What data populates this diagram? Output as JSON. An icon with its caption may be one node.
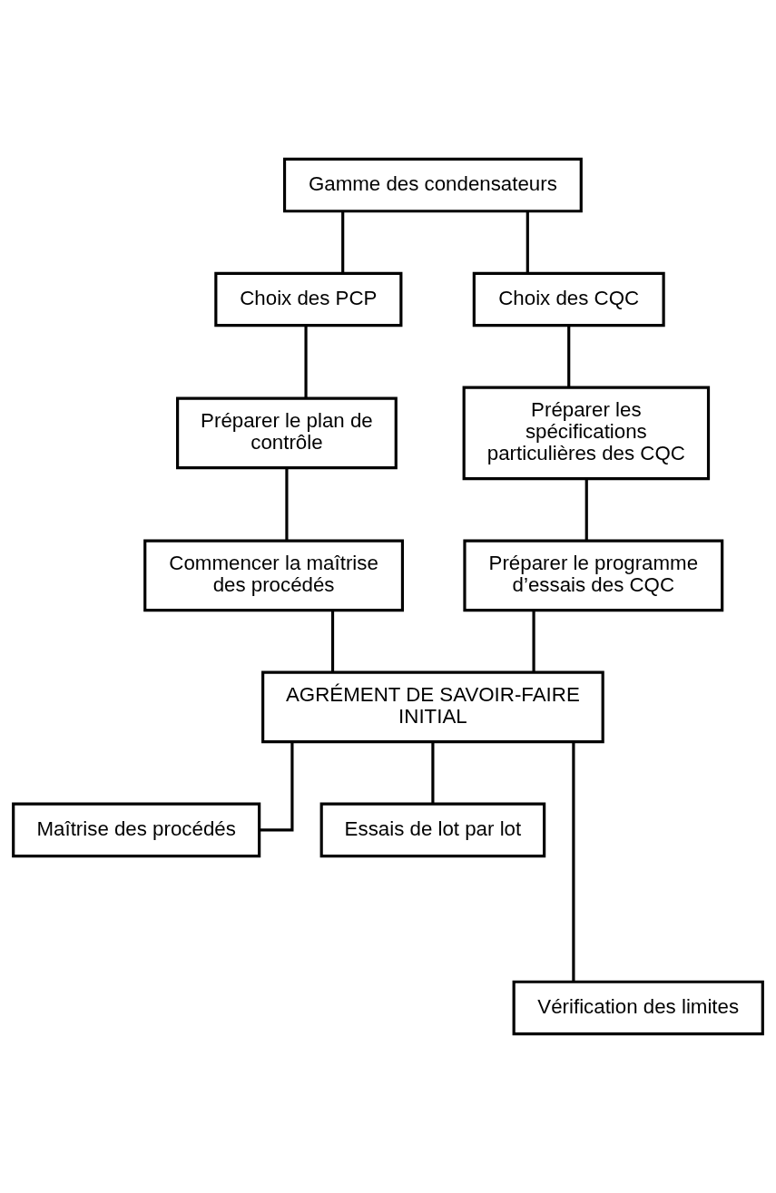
{
  "diagram": {
    "nodes": [
      {
        "text": [
          "Gamme des condensateurs"
        ]
      },
      {
        "text": [
          "Choix des PCP"
        ]
      },
      {
        "text": [
          "Choix des CQC"
        ]
      },
      {
        "text": [
          "Préparer le plan de contrôle"
        ]
      },
      {
        "text": [
          "Préparer les spécifications particulières des CQC"
        ]
      },
      {
        "text": [
          "Commencer la maîtrise des procédés"
        ]
      },
      {
        "text": [
          "Préparer le programme d’essais des CQC"
        ]
      },
      {
        "text": [
          "AGRÉMENT DE SAVOIR-FAIRE INITIAL"
        ]
      },
      {
        "text": [
          "Maîtrise des procédés"
        ]
      },
      {
        "text": [
          "Essais de lot par lot"
        ]
      },
      {
        "text": [
          "Vérification des limites"
        ]
      }
    ],
    "edges": [
      {
        "from": 0,
        "to": 1,
        "arrow": "none"
      },
      {
        "from": 0,
        "to": 2,
        "arrow": "none"
      },
      {
        "from": 1,
        "to": 3,
        "arrow": "none"
      },
      {
        "from": 2,
        "to": 4,
        "arrow": "none"
      },
      {
        "from": 3,
        "to": 5,
        "arrow": "none"
      },
      {
        "from": 4,
        "to": 6,
        "arrow": "none"
      },
      {
        "from": 5,
        "to": 7,
        "arrow": "none"
      },
      {
        "from": 6,
        "to": 7,
        "arrow": "none"
      },
      {
        "from": 7,
        "to": 8,
        "arrow": "none"
      },
      {
        "from": 7,
        "to": 10,
        "arrow": "none"
      },
      {
        "from": 7,
        "to": 9,
        "arrow": "none"
      }
    ]
  }
}
